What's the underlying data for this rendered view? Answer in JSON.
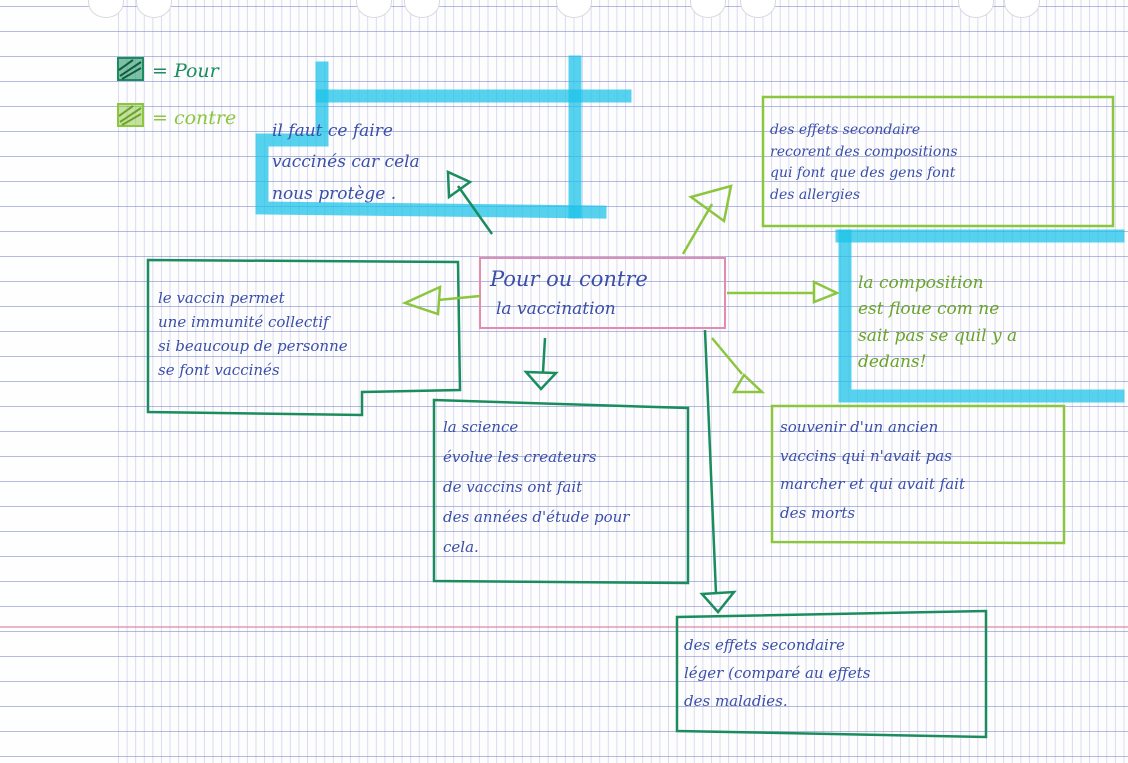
{
  "colors": {
    "pour": "#1a8c5e",
    "contre": "#8cc63f",
    "highlight": "#1ec3e8",
    "center": "#e38cb0",
    "ink_blue": "#3a4fa8"
  },
  "legend": {
    "pour_label": "= Pour",
    "contre_label": "= contre"
  },
  "center_node": {
    "line1": "Pour ou contre",
    "line2": "la vaccination"
  },
  "nodes": {
    "protege": "il faut ce faire\nvaccinés car        cela\nnous protège .",
    "immunite": "le vaccin permet\nune immunité collectif\nsi beaucoup de personne\nse font vaccinés",
    "science": "la science\névolue les createurs\nde vaccins ont fait\ndes années d'étude pour\ncela.",
    "effets_moindres": "des effets secondaire\nléger (comparé au effets\ndes maladies.",
    "allergies": "des effets secondaire\nrecorent des compositions\nqui font que des gens font\ndes allergies",
    "composition": "la composition\nest floue com ne\nsait pas se quil y a\ndedans!",
    "souvenir": "souvenir d'un ancien\nvaccins qui n'avait pas\nmarcher et qui avait fait\ndes morts"
  }
}
